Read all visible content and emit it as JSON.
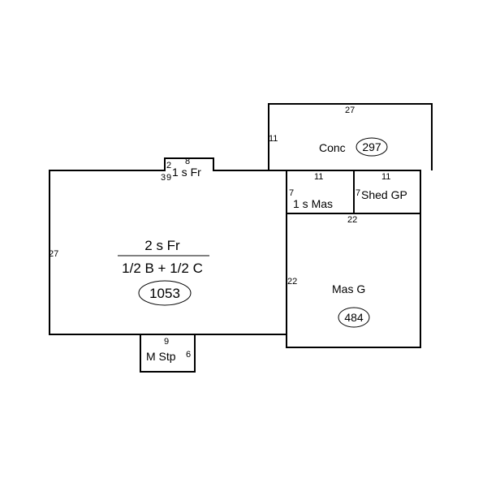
{
  "sections": {
    "main_house": {
      "label": "2 s Fr",
      "sublabel": "1/2 B + 1/2 C",
      "area": "1053",
      "dim_side": "27"
    },
    "porch_frame": {
      "label": "1 s Fr",
      "dim_top": "2",
      "dim_top2": "8",
      "dim_side": "3",
      "dim_side2": "9"
    },
    "concrete": {
      "label": "Conc",
      "area": "297",
      "dim_top": "27",
      "dim_side": "11"
    },
    "masonry_1s": {
      "label": "1 s Mas",
      "dim_top": "11",
      "dim_side": "7"
    },
    "shed": {
      "label": "Shed GP",
      "dim_top": "11",
      "dim_side": "7"
    },
    "garage": {
      "label": "Mas G",
      "area": "484",
      "dim_top": "22",
      "dim_side": "22"
    },
    "stoop": {
      "label": "M Stp",
      "dim_top": "9",
      "dim_side": "6"
    }
  }
}
